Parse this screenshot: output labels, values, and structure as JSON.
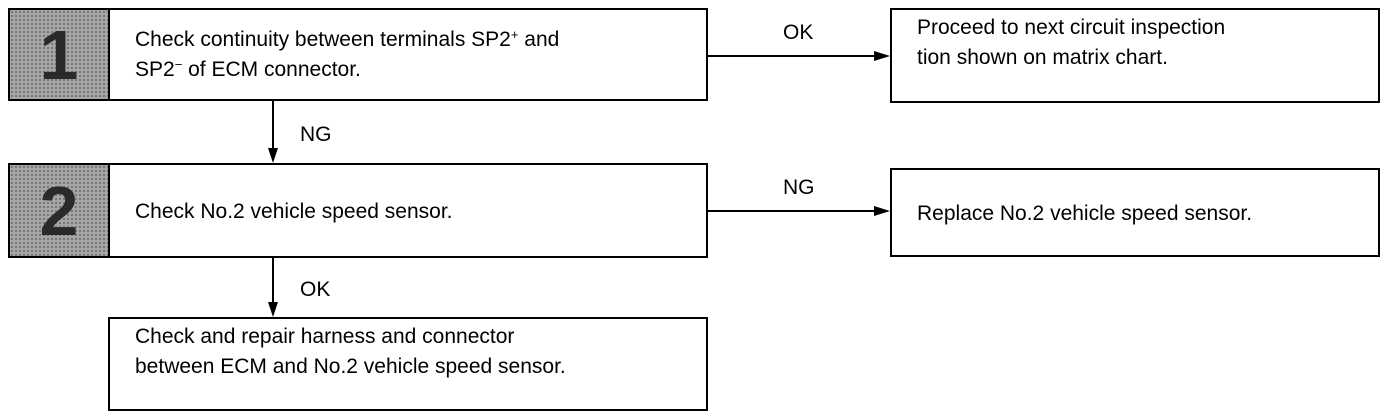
{
  "step1": {
    "number": "1",
    "line1_pre": "Check continuity between terminals SP2",
    "line1_sup": "+",
    "line1_post": " and",
    "line2_pre": "SP2",
    "line2_sup": "−",
    "line2_post": " of ECM connector."
  },
  "step1_ok_label": "OK",
  "step1_ok_result": {
    "line1": "Proceed to next circuit inspection",
    "line2": "tion shown on matrix chart."
  },
  "step1_ng_label": "NG",
  "step2": {
    "number": "2",
    "text": "Check No.2 vehicle speed sensor."
  },
  "step2_ng_label": "NG",
  "step2_ng_result": {
    "text": "Replace No.2 vehicle speed sensor."
  },
  "step2_ok_label": "OK",
  "step2_ok_result": {
    "line1": "Check and repair harness and connector",
    "line2": "between ECM and No.2 vehicle speed sensor."
  }
}
